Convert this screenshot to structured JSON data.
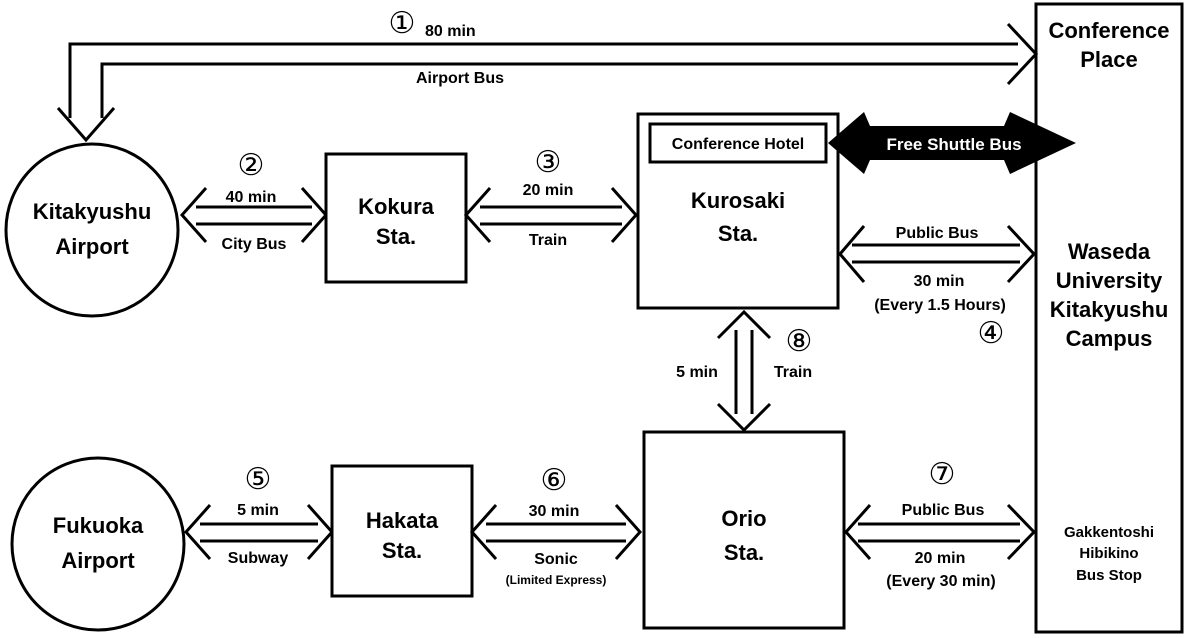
{
  "nodes": {
    "kitakyushu_airport": [
      "Kitakyushu",
      "Airport"
    ],
    "kokura": [
      "Kokura",
      "Sta."
    ],
    "kurosaki": [
      "Kurosaki",
      "Sta."
    ],
    "conference_hotel": "Conference Hotel",
    "fukuoka_airport": [
      "Fukuoka",
      "Airport"
    ],
    "hakata": [
      "Hakata",
      "Sta."
    ],
    "orio": [
      "Orio",
      "Sta."
    ],
    "venue": {
      "title": [
        "Conference",
        "Place"
      ],
      "campus": [
        "Waseda",
        "University",
        "Kitakyushu",
        "Campus"
      ],
      "bus_stop": [
        "Gakkentoshi",
        "Hibikino",
        "Bus Stop"
      ]
    }
  },
  "routes": {
    "r1": {
      "number": "①",
      "time": "80 min",
      "mode": "Airport Bus"
    },
    "r2": {
      "number": "②",
      "time": "40 min",
      "mode": "City Bus"
    },
    "r3": {
      "number": "③",
      "time": "20 min",
      "mode": "Train"
    },
    "shuttle": {
      "label": "Free Shuttle Bus"
    },
    "r4": {
      "number": "④",
      "mode": "Public Bus",
      "time": "30 min",
      "freq": "(Every 1.5 Hours)"
    },
    "r5": {
      "number": "⑤",
      "time": "5 min",
      "mode": "Subway"
    },
    "r6": {
      "number": "⑥",
      "time": "30 min",
      "mode": "Sonic",
      "note": "(Limited Express)"
    },
    "r7": {
      "number": "⑦",
      "mode": "Public Bus",
      "time": "20 min",
      "freq": "(Every 30 min)"
    },
    "r8": {
      "number": "⑧",
      "time": "5 min",
      "mode": "Train"
    }
  }
}
